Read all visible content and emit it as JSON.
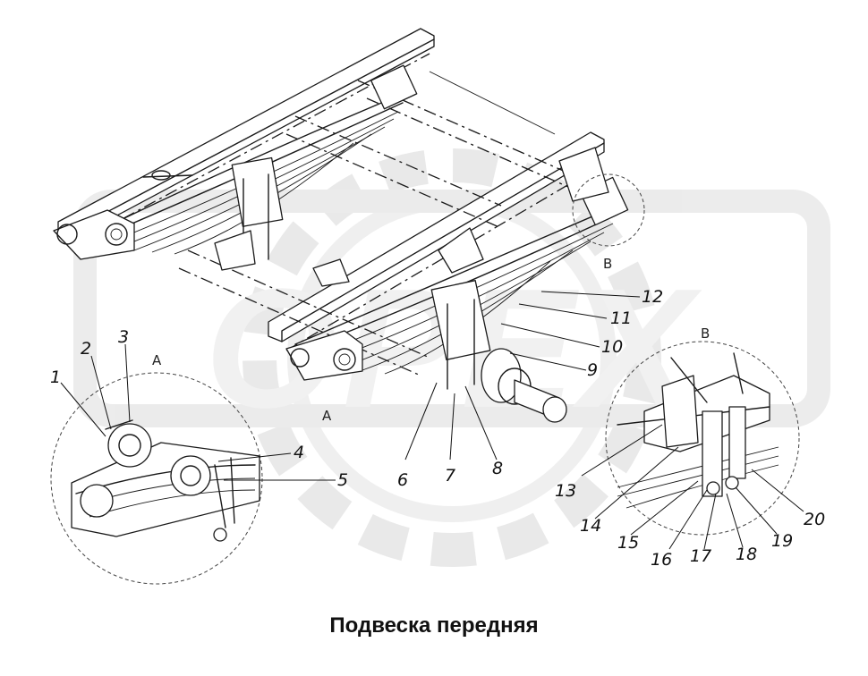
{
  "caption": "Подвеска передняя",
  "watermark": {
    "text": "OPEX",
    "color": "#e3e3e3"
  },
  "view_labels": [
    "A",
    "A",
    "B",
    "B"
  ],
  "callouts": [
    "1",
    "2",
    "3",
    "4",
    "5",
    "6",
    "7",
    "8",
    "9",
    "10",
    "11",
    "12",
    "13",
    "14",
    "15",
    "16",
    "17",
    "18",
    "19",
    "20"
  ]
}
